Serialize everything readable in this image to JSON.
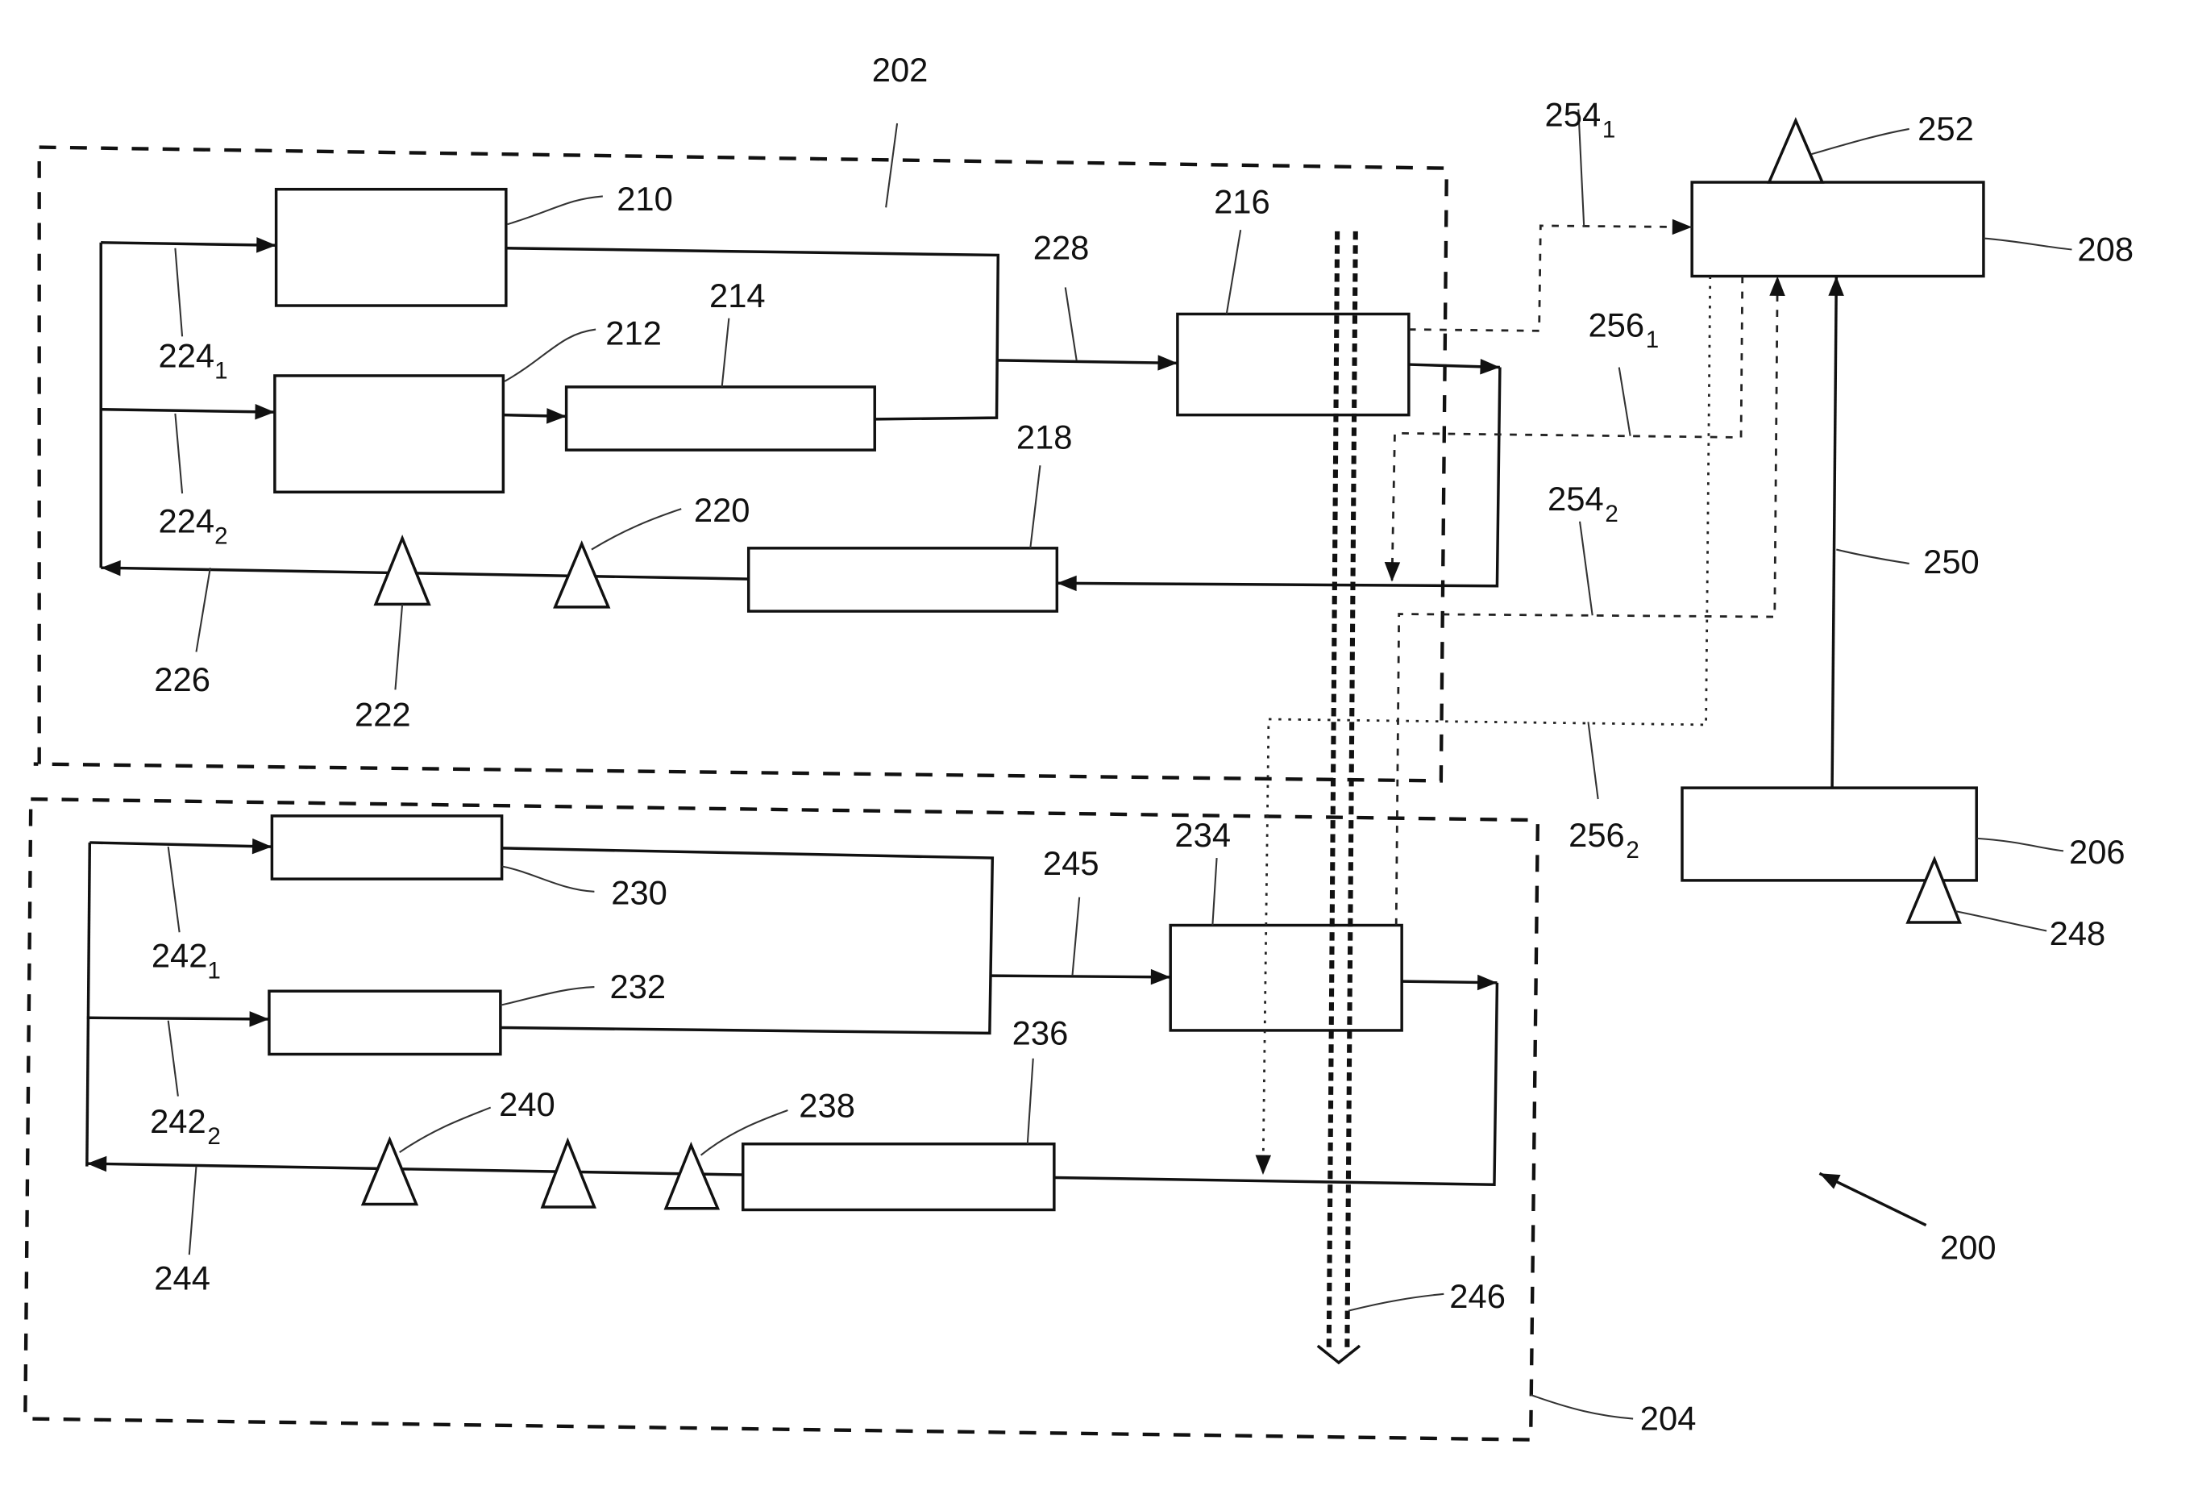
{
  "figure": {
    "reference": "200",
    "regions": [
      {
        "id": "202",
        "desc": "upper dashed region"
      },
      {
        "id": "204",
        "desc": "lower dashed region"
      }
    ],
    "labels": {
      "l200": "200",
      "l202": "202",
      "l204": "204",
      "l206": "206",
      "l208": "208",
      "l210": "210",
      "l212": "212",
      "l214": "214",
      "l216": "216",
      "l218": "218",
      "l220": "220",
      "l222": "222",
      "l224a": "224",
      "l224a_sub": "1",
      "l224b": "224",
      "l224b_sub": "2",
      "l226": "226",
      "l228": "228",
      "l230": "230",
      "l232": "232",
      "l234": "234",
      "l236": "236",
      "l238": "238",
      "l240": "240",
      "l242a": "242",
      "l242a_sub": "1",
      "l242b": "242",
      "l242b_sub": "2",
      "l244": "244",
      "l245": "245",
      "l246": "246",
      "l248": "248",
      "l250": "250",
      "l252": "252",
      "l254a": "254",
      "l254a_sub": "1",
      "l254b": "254",
      "l254b_sub": "2",
      "l256a": "256",
      "l256a_sub": "1",
      "l256b": "256",
      "l256b_sub": "2"
    }
  }
}
